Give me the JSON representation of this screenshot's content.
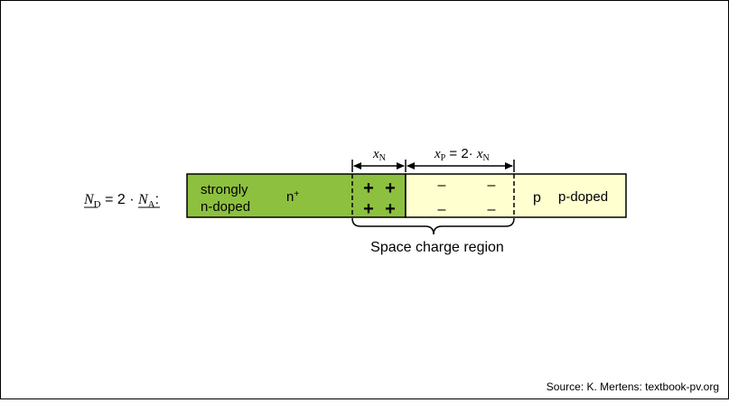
{
  "colors": {
    "n_region": "#8dc03f",
    "p_region": "#ffffcf",
    "border": "#000000",
    "text": "#000000"
  },
  "equation": {
    "lhs_var": "N",
    "lhs_sub": "D",
    "middle": " = 2 · ",
    "rhs_var": "N",
    "rhs_sub": "A",
    "colon": ":"
  },
  "n_region": {
    "label_line1": "strongly",
    "label_line2": "n-doped",
    "symbol": "n",
    "symbol_sup": "+"
  },
  "p_region": {
    "symbol": "p",
    "label": "p-doped"
  },
  "charges": {
    "positive": "+",
    "negative": "–"
  },
  "widths": {
    "xn_var": "x",
    "xn_sub": "N",
    "xp_var": "x",
    "xp_sub": "P",
    "xp_eq": " = 2· ",
    "xp_rhs_var": "x",
    "xp_rhs_sub": "N"
  },
  "brace_label": "Space charge region",
  "source": "Source: K. Mertens: textbook-pv.org"
}
